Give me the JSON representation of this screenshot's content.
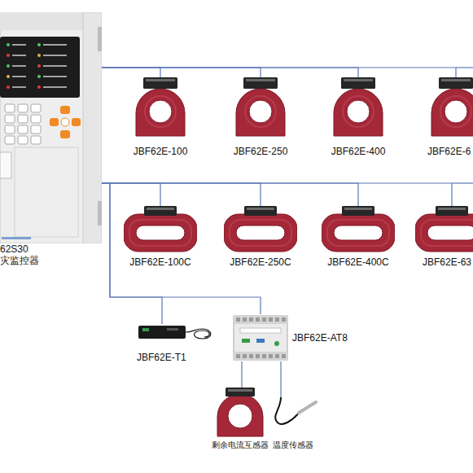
{
  "diagram": {
    "nodes": [
      {
        "text": [
          "62S30",
          "灾监控器"
        ]
      },
      {
        "text": [
          "JBF62E-100"
        ]
      },
      {
        "text": [
          "JBF62E-250"
        ]
      },
      {
        "text": [
          "JBF62E-400"
        ]
      },
      {
        "text": [
          "JBF62E-6"
        ]
      },
      {
        "text": [
          "JBF62E-100C"
        ]
      },
      {
        "text": [
          "JBF62E-250C"
        ]
      },
      {
        "text": [
          "JBF62E-400C"
        ]
      },
      {
        "text": [
          "JBF62E-63"
        ]
      },
      {
        "text": [
          "JBF62E-T1"
        ]
      },
      {
        "text": [
          "JBF62E-AT8"
        ]
      },
      {
        "text": [
          "剩余电流互感器"
        ]
      },
      {
        "text": [
          "温度传感器"
        ]
      }
    ],
    "edges": [
      {
        "from": 0,
        "to": 1,
        "arrow": "none"
      },
      {
        "from": 0,
        "to": 2,
        "arrow": "none"
      },
      {
        "from": 0,
        "to": 3,
        "arrow": "none"
      },
      {
        "from": 0,
        "to": 4,
        "arrow": "none"
      },
      {
        "from": 0,
        "to": 5,
        "arrow": "none"
      },
      {
        "from": 0,
        "to": 6,
        "arrow": "none"
      },
      {
        "from": 0,
        "to": 7,
        "arrow": "none"
      },
      {
        "from": 0,
        "to": 8,
        "arrow": "none"
      },
      {
        "from": 0,
        "to": 9,
        "arrow": "none"
      },
      {
        "from": 0,
        "to": 10,
        "arrow": "none"
      },
      {
        "from": 10,
        "to": 11,
        "arrow": "none"
      },
      {
        "from": 10,
        "to": 12,
        "arrow": "none"
      }
    ]
  }
}
